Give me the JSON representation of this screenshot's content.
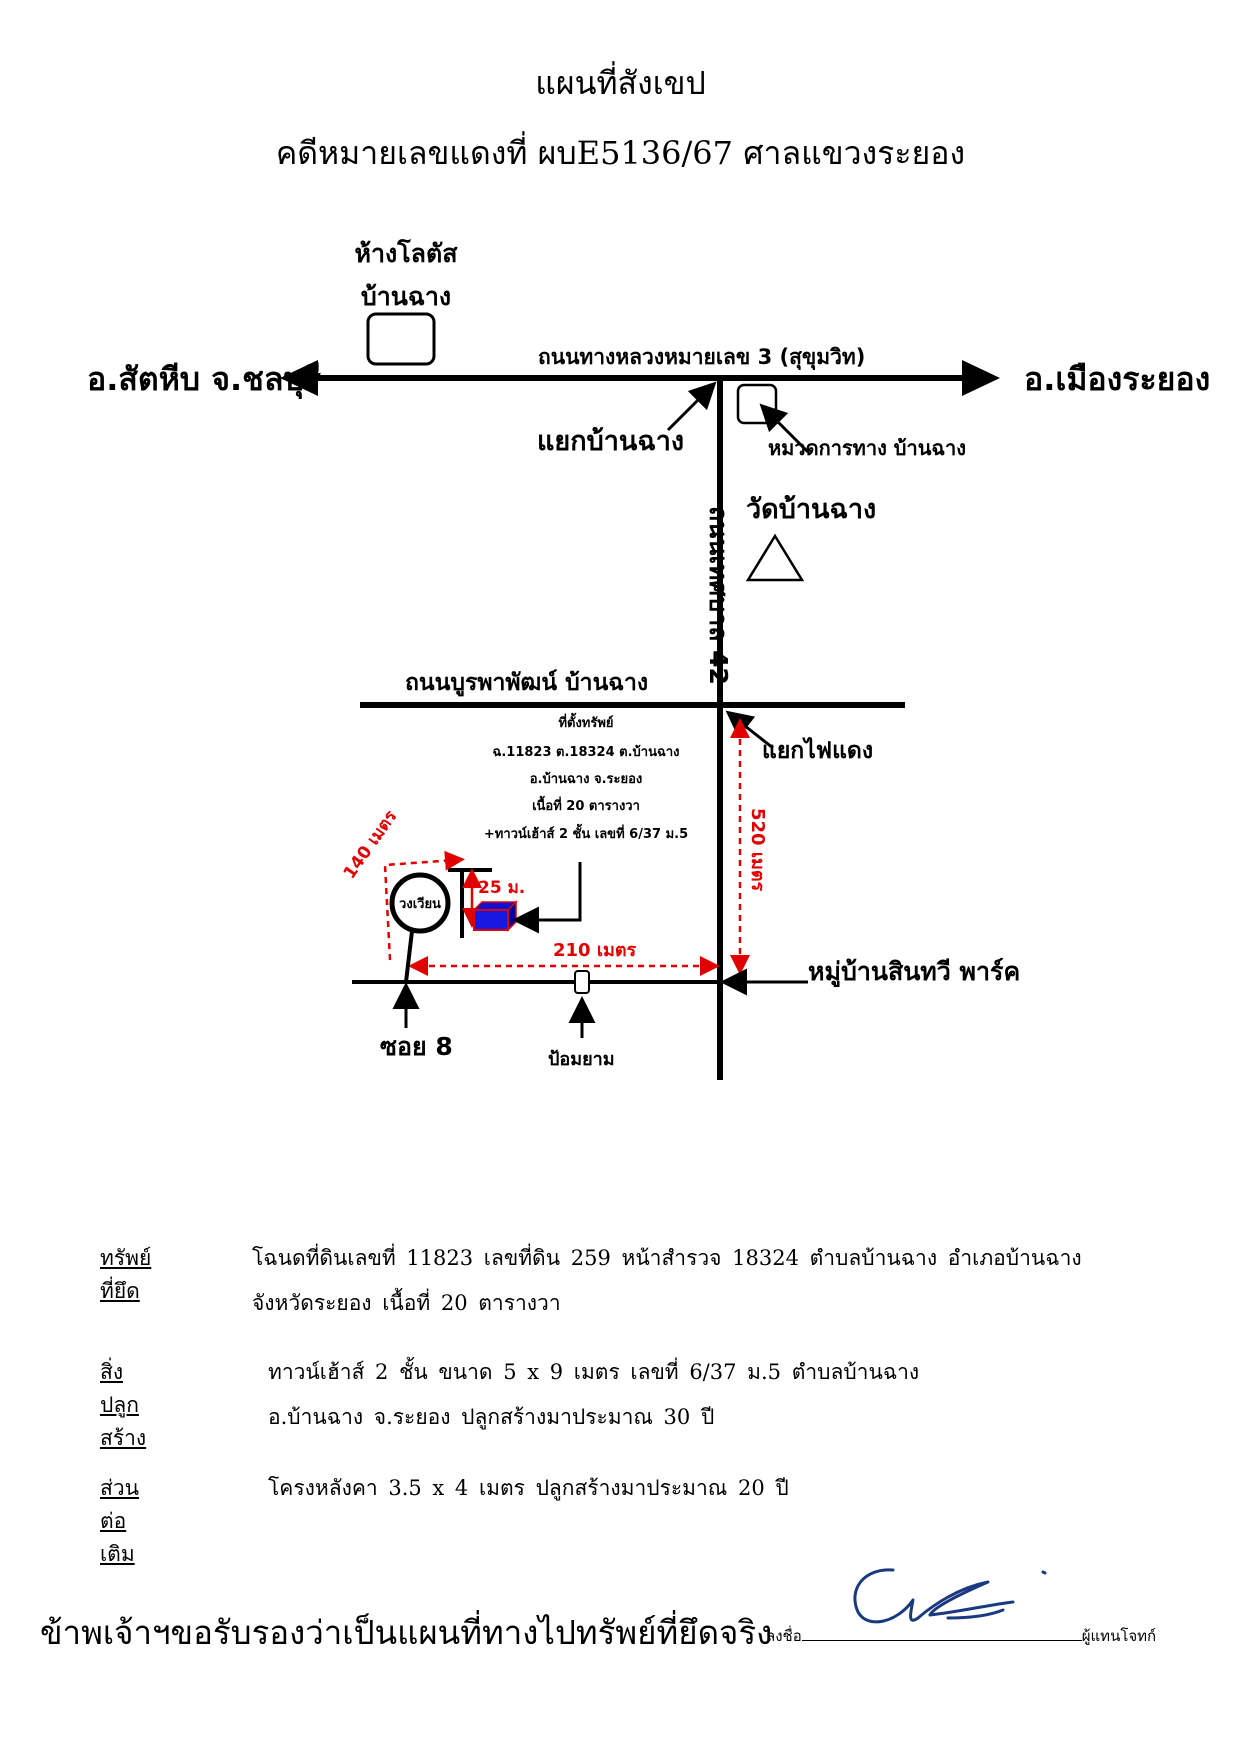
{
  "title": {
    "line1": "แผนที่สังเขป",
    "line2": "คดีหมายเลขแดงที่ ผบE5136/67 ศาลแขวงระยอง"
  },
  "map": {
    "lotus_line1": "ห้างโลตัส",
    "lotus_line2": "บ้านฉาง",
    "west": "อ.สัตหีบ จ.ชลบุรี",
    "east": "อ.เมืองระยอง",
    "highway": "ถนนทางหลวงหมายเลข 3 (สุขุมวิท)",
    "junction": "แยกบ้านฉาง",
    "highway_police": "หมวดการทาง บ้านฉาง",
    "temple": "วัดบ้านฉาง",
    "municipal_road": "ถนนเทศบาล 42",
    "burapha_road": "ถนนบูรพาพัฒน์ บ้านฉาง",
    "traffic_light": "แยกไฟแดง",
    "property_label": "ที่ตั้งทรัพย์",
    "property_line1": "ฉ.11823 ต.18324 ต.บ้านฉาง",
    "property_line2": "อ.บ้านฉาง จ.ระยอง",
    "property_line3": "เนื้อที่  20 ตารางวา",
    "property_line4": "+ทาวน์เฮ้าส์ 2 ชั้น เลขที่ 6/37 ม.5",
    "dist_140": "140 เมตร",
    "dist_25": "25 ม.",
    "dist_210": "210 เมตร",
    "dist_520": "520 เมตร",
    "roundabout": "วงเวียน",
    "village": "หมู่บ้านสินทวี พาร์ค",
    "soi": "ซอย 8",
    "police_box": "ป้อมยาม",
    "colors": {
      "red": "#e00000",
      "blue": "#1010d0"
    }
  },
  "details": {
    "seized_label": "ทรัพย์ที่ยึด",
    "seized_line1": "โฉนดที่ดินเลขที่  11823  เลขที่ดิน  259  หน้าสำรวจ  18324  ตำบลบ้านฉาง   อำเภอบ้านฉาง",
    "seized_line2": "จังหวัดระยอง       เนื้อที่    20    ตารางวา",
    "building_label": "สิ่งปลูกสร้าง",
    "building_line1": "ทาวน์เฮ้าส์  2  ชั้น   ขนาด   5  x  9  เมตร   เลขที่  6/37 ม.5  ตำบลบ้านฉาง",
    "building_line2": "อ.บ้านฉาง  จ.ระยอง          ปลูกสร้างมาประมาณ   30   ปี",
    "extension_label": "ส่วนต่อเติม",
    "extension_line1": "โครงหลังคา  3.5 x  4  เมตร     ปลูกสร้างมาประมาณ  20  ปี"
  },
  "footer": {
    "certify": "ข้าพเจ้าฯขอรับรองว่าเป็นแผนที่ทางไปทรัพย์ที่ยึดจริง",
    "sign_prefix": "ลงชื่อ",
    "sign_suffix": "ผู้แทนโจทก์"
  }
}
